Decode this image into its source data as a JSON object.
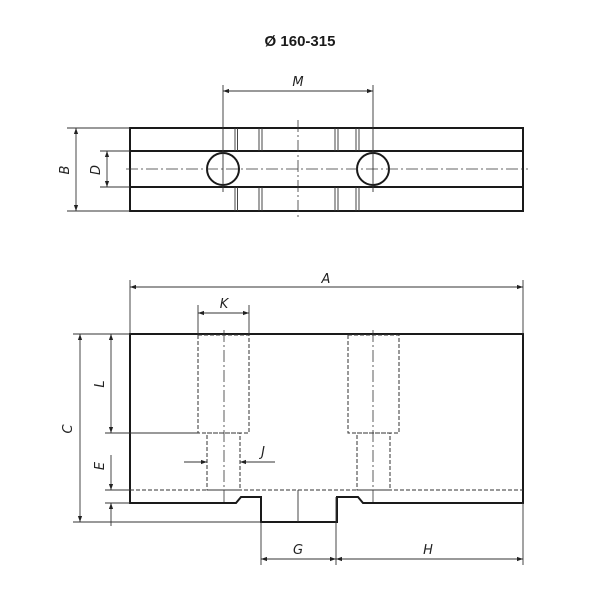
{
  "title": "Ø 160-315",
  "labels": {
    "M": "M",
    "B": "B",
    "D": "D",
    "A": "A",
    "K": "K",
    "C": "C",
    "L": "L",
    "E": "E",
    "J": "J",
    "G": "G",
    "H": "H"
  }
}
